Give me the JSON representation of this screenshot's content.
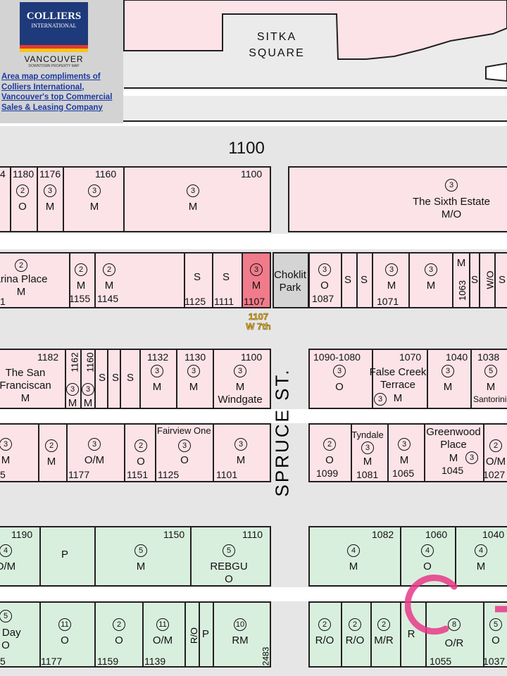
{
  "colors": {
    "pink_lot": "#fbe3e8",
    "green_lot": "#d9efde",
    "highlight": "#f07b8a",
    "park": "#d4d4d4",
    "logo_navy": "#1f3a7a",
    "ring": "#e8388a"
  },
  "logo": {
    "brand": "COLLIERS",
    "brand_sub": "INTERNATIONAL",
    "city": "VANCOUVER",
    "tagline": "DOWNTOWN PROPERTY MAP",
    "link": "Area map compliments of Colliers International, Vancouver's top Commercial Sales & Leasing Company"
  },
  "landmarks": {
    "sitka": "SITKA",
    "square": "SQUARE",
    "block_1100": "1100",
    "spruce": "SPRUCE ST.",
    "marker_line1": "1107",
    "marker_line2": "W 7th"
  },
  "icons": {
    "compass": "compass-arrow-icon",
    "ring": "ring-icon"
  }
}
